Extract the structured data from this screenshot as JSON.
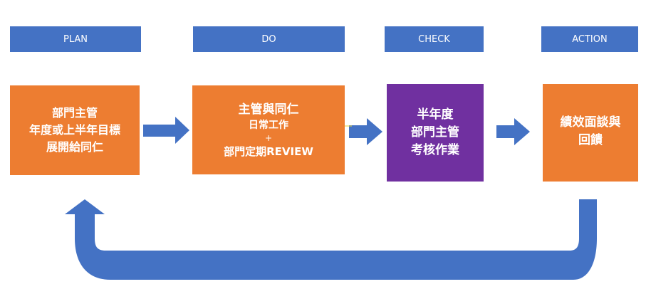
{
  "phases": [
    {
      "header": "PLAN",
      "lines": [
        "部門主管",
        "年度或上半年目標",
        "展開給同仁"
      ],
      "color": "#ed7d31"
    },
    {
      "header": "DO",
      "lines": [
        "主管與同仁",
        "日常工作",
        "+",
        "部門定期REVIEW"
      ],
      "color": "#ed7d31"
    },
    {
      "header": "CHECK",
      "lines": [
        "半年度",
        "部門主管",
        "考核作業"
      ],
      "color": "#7030a0"
    },
    {
      "header": "ACTION",
      "lines": [
        "績效面談與",
        "回饋"
      ],
      "color": "#ed7d31"
    }
  ],
  "colors": {
    "header": "#4472c4",
    "arrow": "#4472c4"
  }
}
